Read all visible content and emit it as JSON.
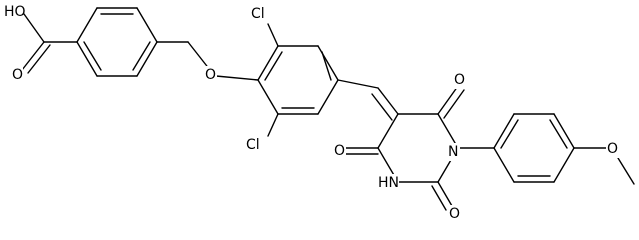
{
  "molecule": {
    "atom_labels": {
      "hooc_oh": "HO",
      "hooc_o": "O",
      "ether_o": "O",
      "cl_top": "Cl",
      "cl_bottom": "Cl",
      "o_top": "O",
      "o_left": "O",
      "o_bottom": "O",
      "n_ring": "N",
      "nh": "HN",
      "o_methoxy": "O"
    }
  }
}
